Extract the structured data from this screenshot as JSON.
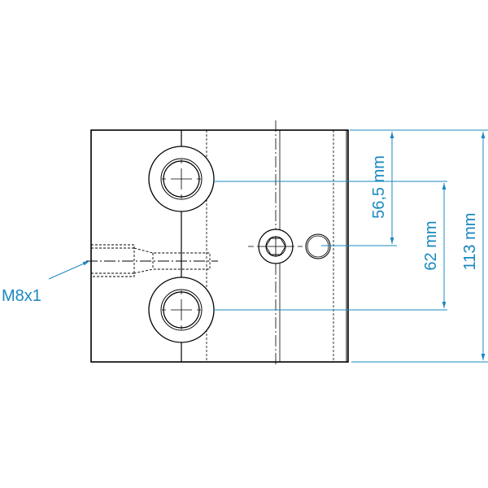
{
  "drawing": {
    "thread_label": "M8x1",
    "dimensions": [
      {
        "label": "56,5 mm",
        "value_mm": 56.5
      },
      {
        "label": "62 mm",
        "value_mm": 62
      },
      {
        "label": "113 mm",
        "value_mm": 113
      }
    ],
    "colors": {
      "dimension": "#1a88c0",
      "line": "#000000"
    }
  }
}
